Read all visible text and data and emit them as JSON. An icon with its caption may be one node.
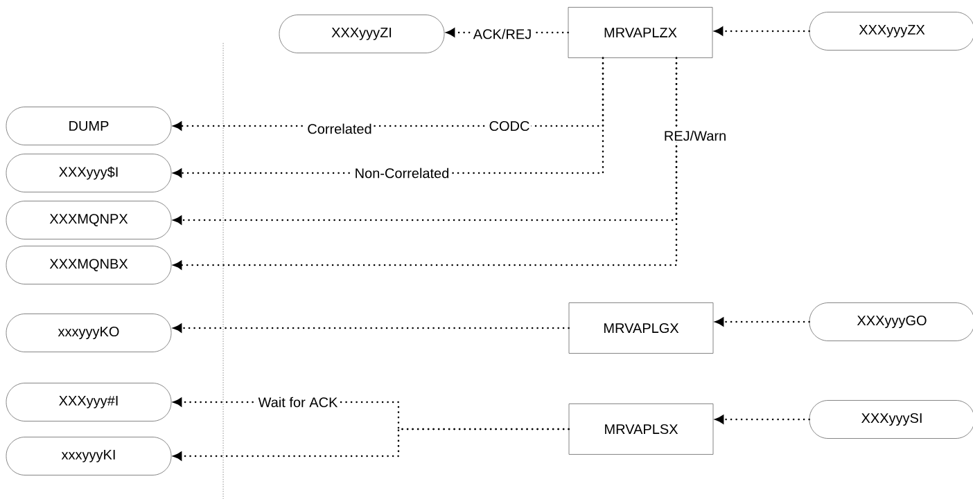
{
  "diagram": {
    "nodes": [
      {
        "text": [
          "XXXyyyZI"
        ]
      },
      {
        "text": [
          "MRVAPLZX"
        ]
      },
      {
        "text": [
          "XXXyyyZX"
        ]
      },
      {
        "text": [
          "DUMP"
        ]
      },
      {
        "text": [
          "XXXyyy$I"
        ]
      },
      {
        "text": [
          "XXXMQNPX"
        ]
      },
      {
        "text": [
          "XXXMQNBX"
        ]
      },
      {
        "text": [
          "xxxyyyKO"
        ]
      },
      {
        "text": [
          "MRVAPLGX"
        ]
      },
      {
        "text": [
          "XXXyyyGO"
        ]
      },
      {
        "text": [
          "XXXyyy#I"
        ]
      },
      {
        "text": [
          "MRVAPLSX"
        ]
      },
      {
        "text": [
          "XXXyyySI"
        ]
      },
      {
        "text": [
          "xxxyyyKI"
        ]
      }
    ],
    "edges": [
      {
        "from": 2,
        "to": 1,
        "arrow": "to"
      },
      {
        "from": 1,
        "to": 0,
        "arrow": "to",
        "label": "ACK/REJ"
      },
      {
        "from": 1,
        "to": 3,
        "arrow": "to",
        "label": "Correlated"
      },
      {
        "from": 1,
        "to": 4,
        "arrow": "to",
        "label": "Non-Correlated"
      },
      {
        "from": 1,
        "to": 5,
        "arrow": "to",
        "label": "REJ/Warn"
      },
      {
        "from": 1,
        "to": 6,
        "arrow": "to"
      },
      {
        "from": 9,
        "to": 8,
        "arrow": "to"
      },
      {
        "from": 8,
        "to": 7,
        "arrow": "to"
      },
      {
        "from": 12,
        "to": 11,
        "arrow": "to"
      },
      {
        "from": 11,
        "to": 10,
        "arrow": "to",
        "label": "Wait for ACK"
      },
      {
        "from": 11,
        "to": 13,
        "arrow": "to"
      }
    ],
    "labels": [
      "CODC"
    ]
  }
}
